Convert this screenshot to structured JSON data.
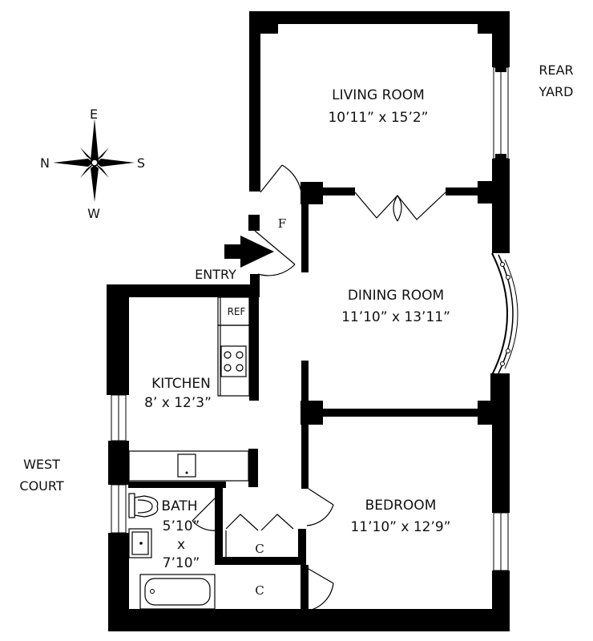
{
  "compass": {
    "north": "N",
    "south": "S",
    "east": "E",
    "west": "W"
  },
  "labels": {
    "rear_yard_line1": "REAR",
    "rear_yard_line2": "YARD",
    "west_court_line1": "WEST",
    "west_court_line2": "COURT",
    "entry": "ENTRY",
    "foyer_closet": "F",
    "refrigerator": "REF"
  },
  "rooms": {
    "living": {
      "name": "LIVING ROOM",
      "dims": "10’11” x 15’2”"
    },
    "dining": {
      "name": "DINING ROOM",
      "dims": "11’10” x 13’11”"
    },
    "kitchen": {
      "name": "KITCHEN",
      "dims": "8’ x 12’3”"
    },
    "bedroom": {
      "name": "BEDROOM",
      "dims": "11’10” x 12’9”"
    },
    "bath": {
      "name": "BATH",
      "dim1": "5’10”",
      "dim2": "x",
      "dim3": "7’10”"
    },
    "closet1": "C",
    "closet2": "C"
  }
}
